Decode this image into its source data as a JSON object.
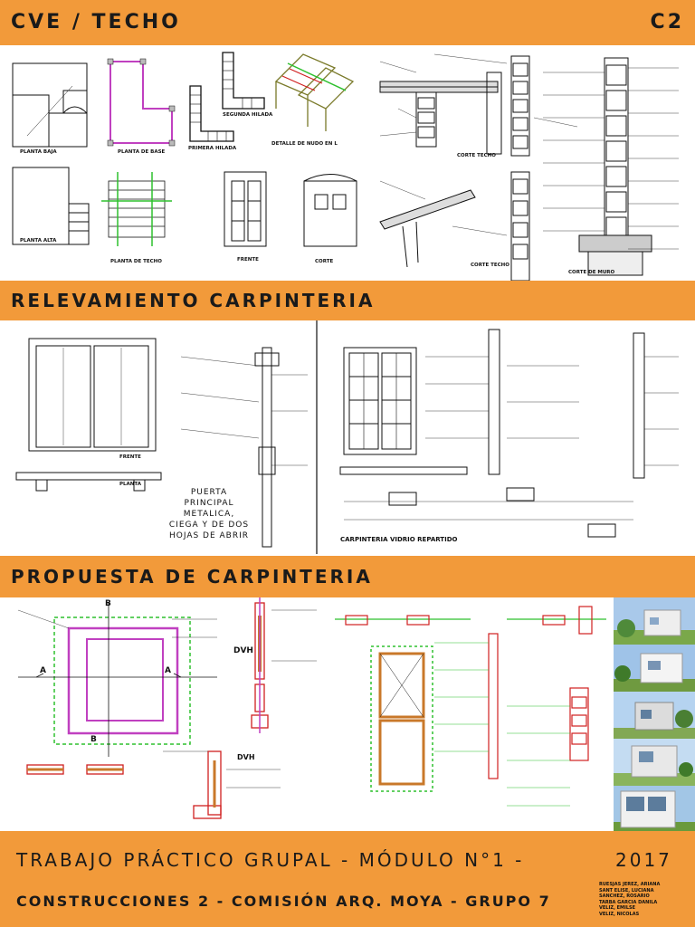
{
  "sections": {
    "s1_title": "CVE / TECHO",
    "s1_code": "C2",
    "s2_title": "RELEVAMIENTO CARPINTERIA",
    "s3_title": "PROPUESTA DE CARPINTERIA"
  },
  "labels_top": {
    "planta_baja": "PLANTA BAJA",
    "planta_base": "PLANTA DE BASE",
    "primera_hilada": "PRIMERA HILADA",
    "segunda_hilada": "SEGUNDA HILADA",
    "detalle_nudo": "DETALLE DE NUDO EN L",
    "planta_alta": "PLANTA ALTA",
    "planta_techo": "PLANTA DE TECHO",
    "frente": "FRENTE",
    "corte": "CORTE",
    "corte_techo_1": "CORTE TECHO",
    "corte_techo_2": "CORTE TECHO",
    "corte_muro": "CORTE DE MURO"
  },
  "labels_mid": {
    "frente": "FRENTE",
    "planta": "PLANTA",
    "puerta_note": "PUERTA PRINCIPAL METALICA, CIEGA Y DE DOS HOJAS DE ABRIR",
    "carpinteria_vidrio": "CARPINTERIA VIDRIO REPARTIDO"
  },
  "labels_prop": {
    "dvh_1": "DVH",
    "dvh_2": "DVH",
    "marker_a": "A",
    "marker_b": "B"
  },
  "footer": {
    "title": "TRABAJO PRÁCTICO GRUPAL - MÓDULO N°1 -",
    "year": "2017",
    "subtitle": "CONSTRUCCIONES 2 - COMISIÓN ARQ. MOYA - GRUPO 7",
    "members": [
      "RUESJAS JEREZ, ARIANA",
      "SANT ELISE, LUCIANA",
      "SANCHEZ, ROSARIO",
      "TARBA GARCIA DANILA",
      "VELIZ, EMILSE",
      "VELIZ, NICOLAS"
    ]
  },
  "colors": {
    "band": "#f29a3a",
    "magenta": "#c040c0",
    "green": "#2ec02e",
    "red": "#d02020",
    "wood": "#c9782a"
  }
}
